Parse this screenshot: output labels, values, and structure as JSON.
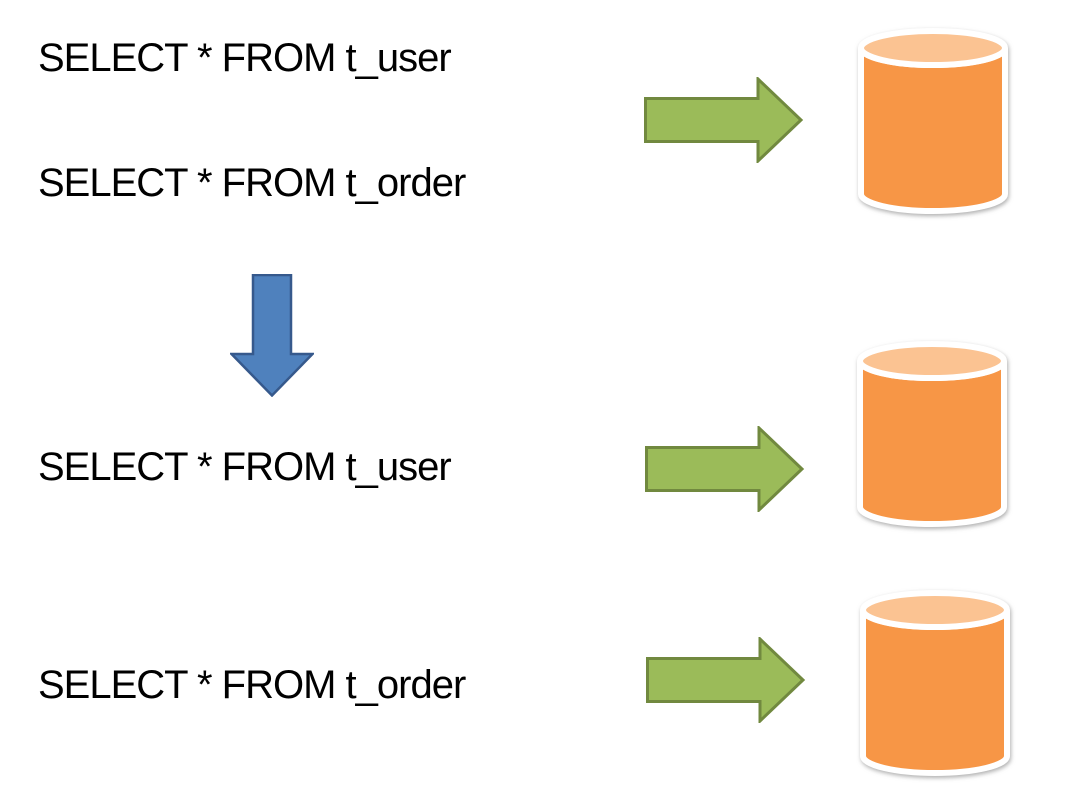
{
  "colors": {
    "background": "#ffffff",
    "text": "#000000",
    "arrow_green_fill": "#9bbb59",
    "arrow_green_border": "#71893f",
    "arrow_blue_fill": "#4f81bd",
    "arrow_blue_border": "#36598c",
    "db_body": "#f79646",
    "db_top": "#fbc392",
    "db_outline": "#ffffff"
  },
  "queries": {
    "before_user": "SELECT * FROM t_user",
    "before_order": "SELECT * FROM t_order",
    "after_user": "SELECT * FROM t_user",
    "after_order": "SELECT * FROM t_order"
  },
  "icons": {
    "flow_arrow": "green-right-arrow-icon",
    "transform_arrow": "blue-down-arrow-icon",
    "database": "orange-database-cylinder-icon"
  }
}
